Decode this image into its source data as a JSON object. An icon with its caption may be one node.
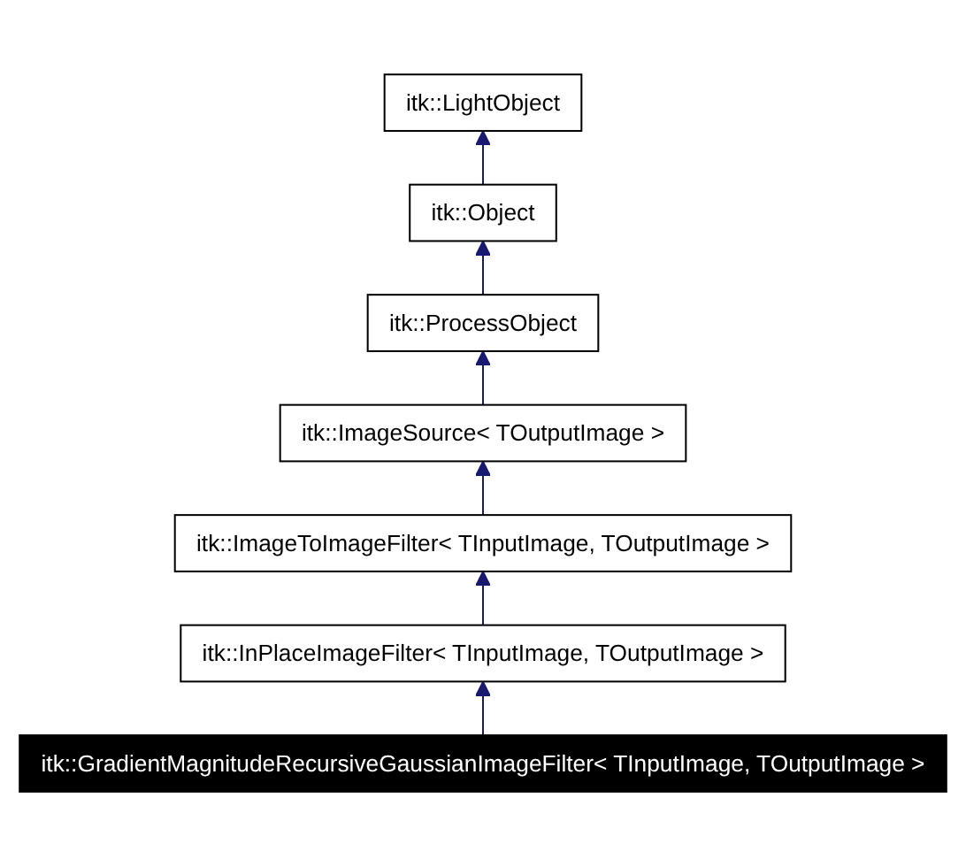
{
  "diagram": {
    "nodes": [
      {
        "text": [
          "itk::LightObject"
        ]
      },
      {
        "text": [
          "itk::Object"
        ]
      },
      {
        "text": [
          "itk::ProcessObject"
        ]
      },
      {
        "text": [
          "itk::ImageSource< TOutputImage >"
        ]
      },
      {
        "text": [
          "itk::ImageToImageFilter< TInputImage, TOutputImage >"
        ]
      },
      {
        "text": [
          "itk::InPlaceImageFilter< TInputImage, TOutputImage >"
        ]
      },
      {
        "text": [
          "itk::GradientMagnitudeRecursiveGaussianImageFilter< TInputImage, TOutputImage >"
        ]
      }
    ],
    "edges": [
      {
        "from": 1,
        "to": 0,
        "arrow": "to"
      },
      {
        "from": 2,
        "to": 1,
        "arrow": "to"
      },
      {
        "from": 3,
        "to": 2,
        "arrow": "to"
      },
      {
        "from": 4,
        "to": 3,
        "arrow": "to"
      },
      {
        "from": 5,
        "to": 4,
        "arrow": "to"
      },
      {
        "from": 6,
        "to": 5,
        "arrow": "to"
      }
    ]
  }
}
